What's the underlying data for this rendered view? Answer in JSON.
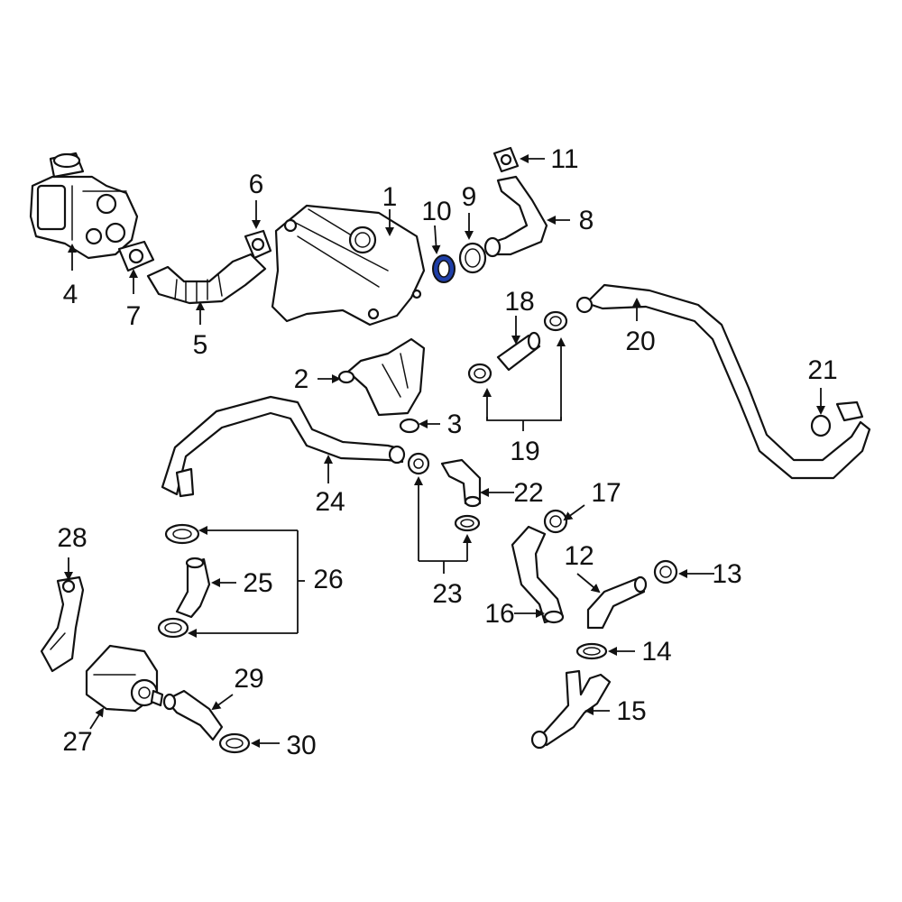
{
  "diagram": {
    "highlight_color": "#1f3fa8",
    "line_color": "#111111",
    "background": "#ffffff",
    "callouts": [
      {
        "id": "1",
        "label": "1"
      },
      {
        "id": "2",
        "label": "2"
      },
      {
        "id": "3",
        "label": "3"
      },
      {
        "id": "4",
        "label": "4"
      },
      {
        "id": "5",
        "label": "5"
      },
      {
        "id": "6",
        "label": "6"
      },
      {
        "id": "7",
        "label": "7"
      },
      {
        "id": "8",
        "label": "8"
      },
      {
        "id": "9",
        "label": "9"
      },
      {
        "id": "10",
        "label": "10",
        "highlighted": true
      },
      {
        "id": "11",
        "label": "11"
      },
      {
        "id": "12",
        "label": "12"
      },
      {
        "id": "13",
        "label": "13"
      },
      {
        "id": "14",
        "label": "14"
      },
      {
        "id": "15",
        "label": "15"
      },
      {
        "id": "16",
        "label": "16"
      },
      {
        "id": "17",
        "label": "17"
      },
      {
        "id": "18",
        "label": "18"
      },
      {
        "id": "19",
        "label": "19"
      },
      {
        "id": "20",
        "label": "20"
      },
      {
        "id": "21",
        "label": "21"
      },
      {
        "id": "22",
        "label": "22"
      },
      {
        "id": "23",
        "label": "23"
      },
      {
        "id": "24",
        "label": "24"
      },
      {
        "id": "25",
        "label": "25"
      },
      {
        "id": "26",
        "label": "26"
      },
      {
        "id": "27",
        "label": "27"
      },
      {
        "id": "28",
        "label": "28"
      },
      {
        "id": "29",
        "label": "29"
      },
      {
        "id": "30",
        "label": "30"
      }
    ]
  }
}
